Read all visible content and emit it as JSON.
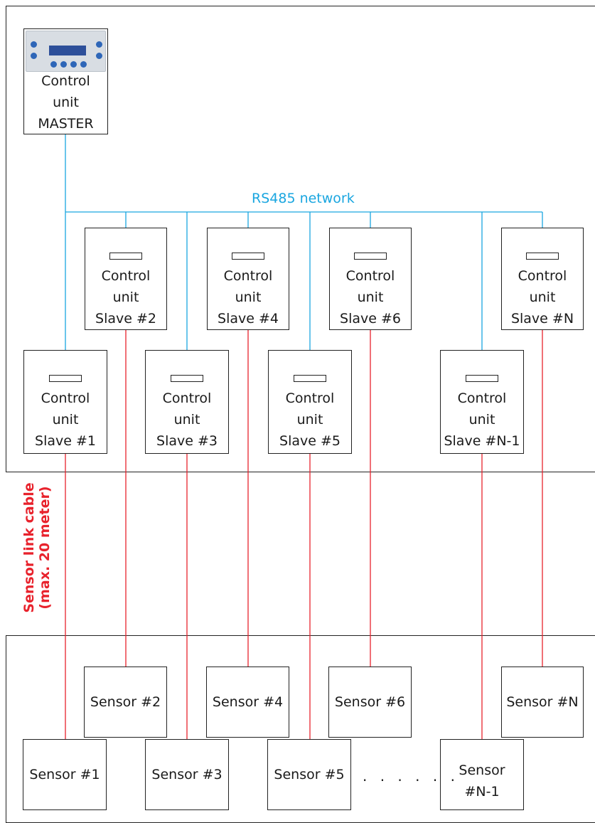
{
  "network_label": "RS485 network",
  "cable_label": [
    "Sensor link cable",
    "(max. 20 meter)"
  ],
  "ellipsis": "· · · · · ·",
  "colors": {
    "network": "#1aa6e0",
    "sensor_link": "#e8222c",
    "outline": "#222222"
  },
  "master": {
    "label": "Control\nunit\nMASTER",
    "icon": "control-panel-device"
  },
  "slaves": [
    {
      "label": "Control\nunit\nSlave #1"
    },
    {
      "label": "Control\nunit\nSlave #2"
    },
    {
      "label": "Control\nunit\nSlave #3"
    },
    {
      "label": "Control\nunit\nSlave #4"
    },
    {
      "label": "Control\nunit\nSlave #5"
    },
    {
      "label": "Control\nunit\nSlave #6"
    },
    {
      "label": "Control\nunit\nSlave #N-1"
    },
    {
      "label": "Control\nunit\nSlave #N"
    }
  ],
  "sensors": [
    {
      "label": "Sensor #1"
    },
    {
      "label": "Sensor #2"
    },
    {
      "label": "Sensor #3"
    },
    {
      "label": "Sensor #4"
    },
    {
      "label": "Sensor #5"
    },
    {
      "label": "Sensor #6"
    },
    {
      "label": "Sensor\n#N-1"
    },
    {
      "label": "Sensor #N"
    }
  ]
}
